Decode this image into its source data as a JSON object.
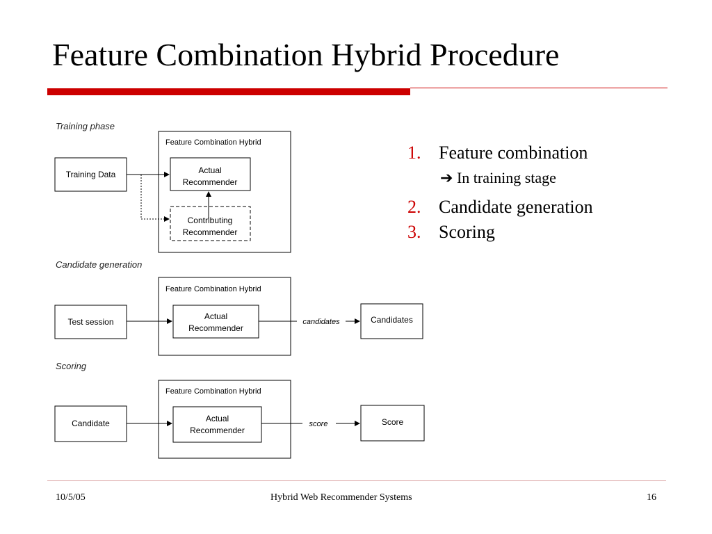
{
  "slide": {
    "title": "Feature Combination Hybrid Procedure",
    "accent_color": "#cc0000"
  },
  "diagram": {
    "training": {
      "phase_label": "Training phase",
      "hybrid_label": "Feature Combination Hybrid",
      "input": "Training Data",
      "actual_line1": "Actual",
      "actual_line2": "Recommender",
      "contrib_line1": "Contributing",
      "contrib_line2": "Recommender"
    },
    "candidate": {
      "phase_label": "Candidate generation",
      "hybrid_label": "Feature Combination Hybrid",
      "input": "Test session",
      "actual_line1": "Actual",
      "actual_line2": "Recommender",
      "edge_label": "candidates",
      "output": "Candidates"
    },
    "scoring": {
      "phase_label": "Scoring",
      "hybrid_label": "Feature Combination Hybrid",
      "input": "Candidate",
      "actual_line1": "Actual",
      "actual_line2": "Recommender",
      "edge_label": "score",
      "output": "Score"
    }
  },
  "list": {
    "items": [
      {
        "num": "1.",
        "text": "Feature combination",
        "sub_arrow": "➔",
        "sub": "In training stage"
      },
      {
        "num": "2.",
        "text": "Candidate generation"
      },
      {
        "num": "3.",
        "text": "Scoring"
      }
    ]
  },
  "footer": {
    "date": "10/5/05",
    "center": "Hybrid Web Recommender Systems",
    "page": "16"
  }
}
